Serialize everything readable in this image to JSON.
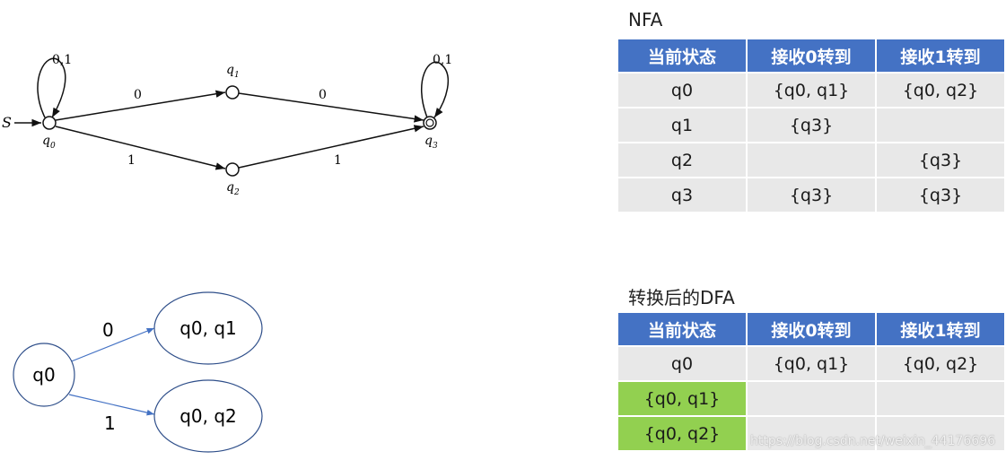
{
  "nfa_diagram": {
    "start_label": "S",
    "states": [
      "q",
      "q",
      "q",
      "q"
    ],
    "subscripts": [
      "0",
      "1",
      "2",
      "3"
    ],
    "loop_label_q0": "0,1",
    "loop_label_q3": "0,1",
    "edge_q0_q1": "0",
    "edge_q1_q3": "0",
    "edge_q0_q2": "1",
    "edge_q2_q3": "1"
  },
  "dfa_diagram": {
    "node_start": "q0",
    "node_upper": "q0, q1",
    "node_lower": "q0, q2",
    "edge_upper": "0",
    "edge_lower": "1"
  },
  "nfa_table": {
    "title": "NFA",
    "headers": [
      "当前状态",
      "接收0转到",
      "接收1转到"
    ],
    "rows": [
      [
        "q0",
        "{q0, q1}",
        "{q0, q2}"
      ],
      [
        "q1",
        "{q3}",
        ""
      ],
      [
        "q2",
        "",
        "{q3}"
      ],
      [
        "q3",
        "{q3}",
        "{q3}"
      ]
    ]
  },
  "dfa_table": {
    "title": "转换后的DFA",
    "headers": [
      "当前状态",
      "接收0转到",
      "接收1转到"
    ],
    "rows": [
      [
        "q0",
        "{q0, q1}",
        "{q0, q2}"
      ],
      [
        "{q0, q1}",
        "",
        ""
      ],
      [
        "{q0, q2}",
        "",
        ""
      ]
    ]
  },
  "watermark": "https://blog.csdn.net/weixin_44176696",
  "colors": {
    "header_blue": "#4472c4",
    "cell_gray": "#e8e8e8",
    "highlight_green": "#92d050",
    "dfa_line": "#4472c4"
  }
}
